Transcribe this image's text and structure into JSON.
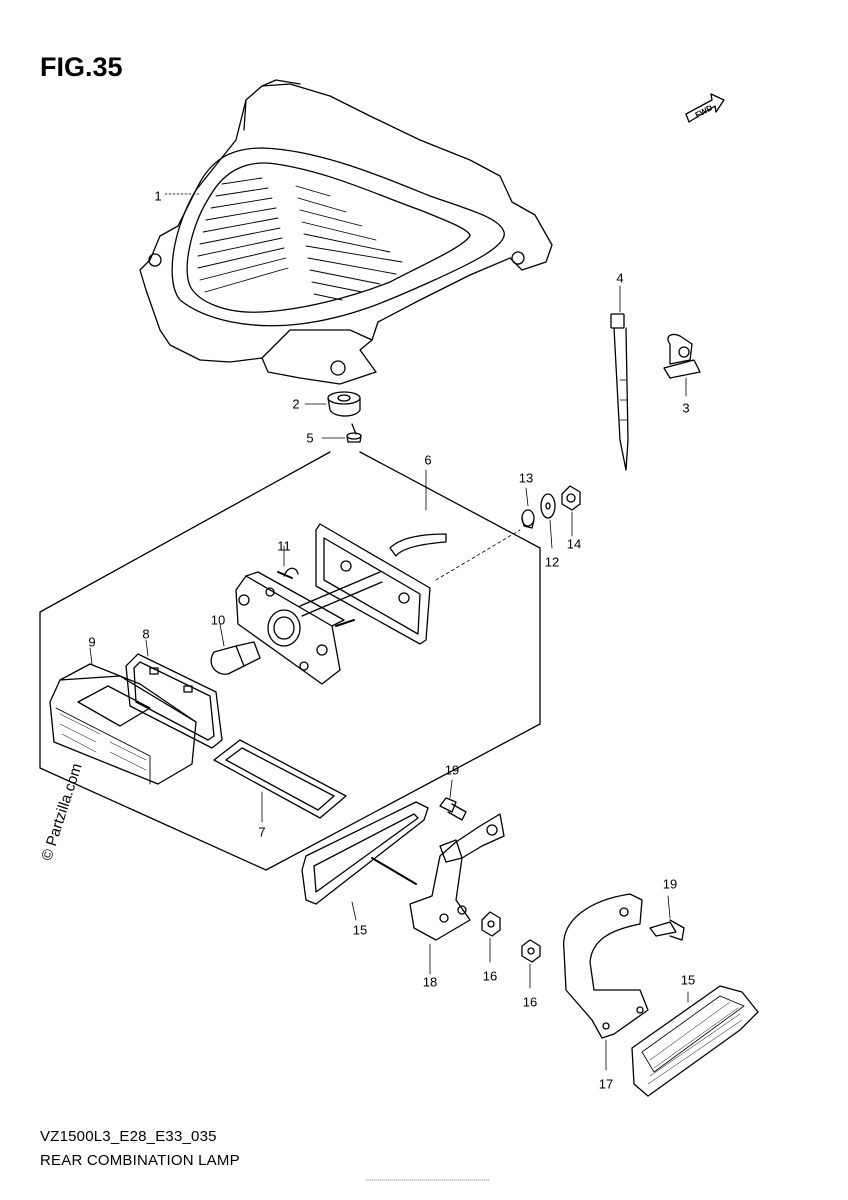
{
  "figure": {
    "title": "FIG.35",
    "code": "VZ1500L3_E28_E33_035",
    "name": "REAR COMBINATION LAMP",
    "watermark": "© Partzilla.com",
    "fwd_label": "FWD"
  },
  "callouts": [
    {
      "id": "c1",
      "text": "1"
    },
    {
      "id": "c2",
      "text": "2"
    },
    {
      "id": "c3",
      "text": "3"
    },
    {
      "id": "c4",
      "text": "4"
    },
    {
      "id": "c5",
      "text": "5"
    },
    {
      "id": "c6",
      "text": "6"
    },
    {
      "id": "c7",
      "text": "7"
    },
    {
      "id": "c8",
      "text": "8"
    },
    {
      "id": "c9",
      "text": "9"
    },
    {
      "id": "c10",
      "text": "10"
    },
    {
      "id": "c11",
      "text": "11"
    },
    {
      "id": "c12",
      "text": "12"
    },
    {
      "id": "c13",
      "text": "13"
    },
    {
      "id": "c14",
      "text": "14"
    },
    {
      "id": "c15a",
      "text": "15"
    },
    {
      "id": "c15b",
      "text": "15"
    },
    {
      "id": "c16a",
      "text": "16"
    },
    {
      "id": "c16b",
      "text": "16"
    },
    {
      "id": "c17",
      "text": "17"
    },
    {
      "id": "c18",
      "text": "18"
    },
    {
      "id": "c19a",
      "text": "19"
    },
    {
      "id": "c19b",
      "text": "19"
    }
  ]
}
